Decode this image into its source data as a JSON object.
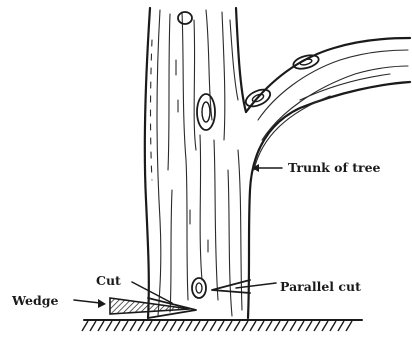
{
  "labels": {
    "trunk": "Trunk of tree",
    "parallel_cut": "Parallel cut",
    "cut": "Cut",
    "wedge": "Wedge"
  }
}
